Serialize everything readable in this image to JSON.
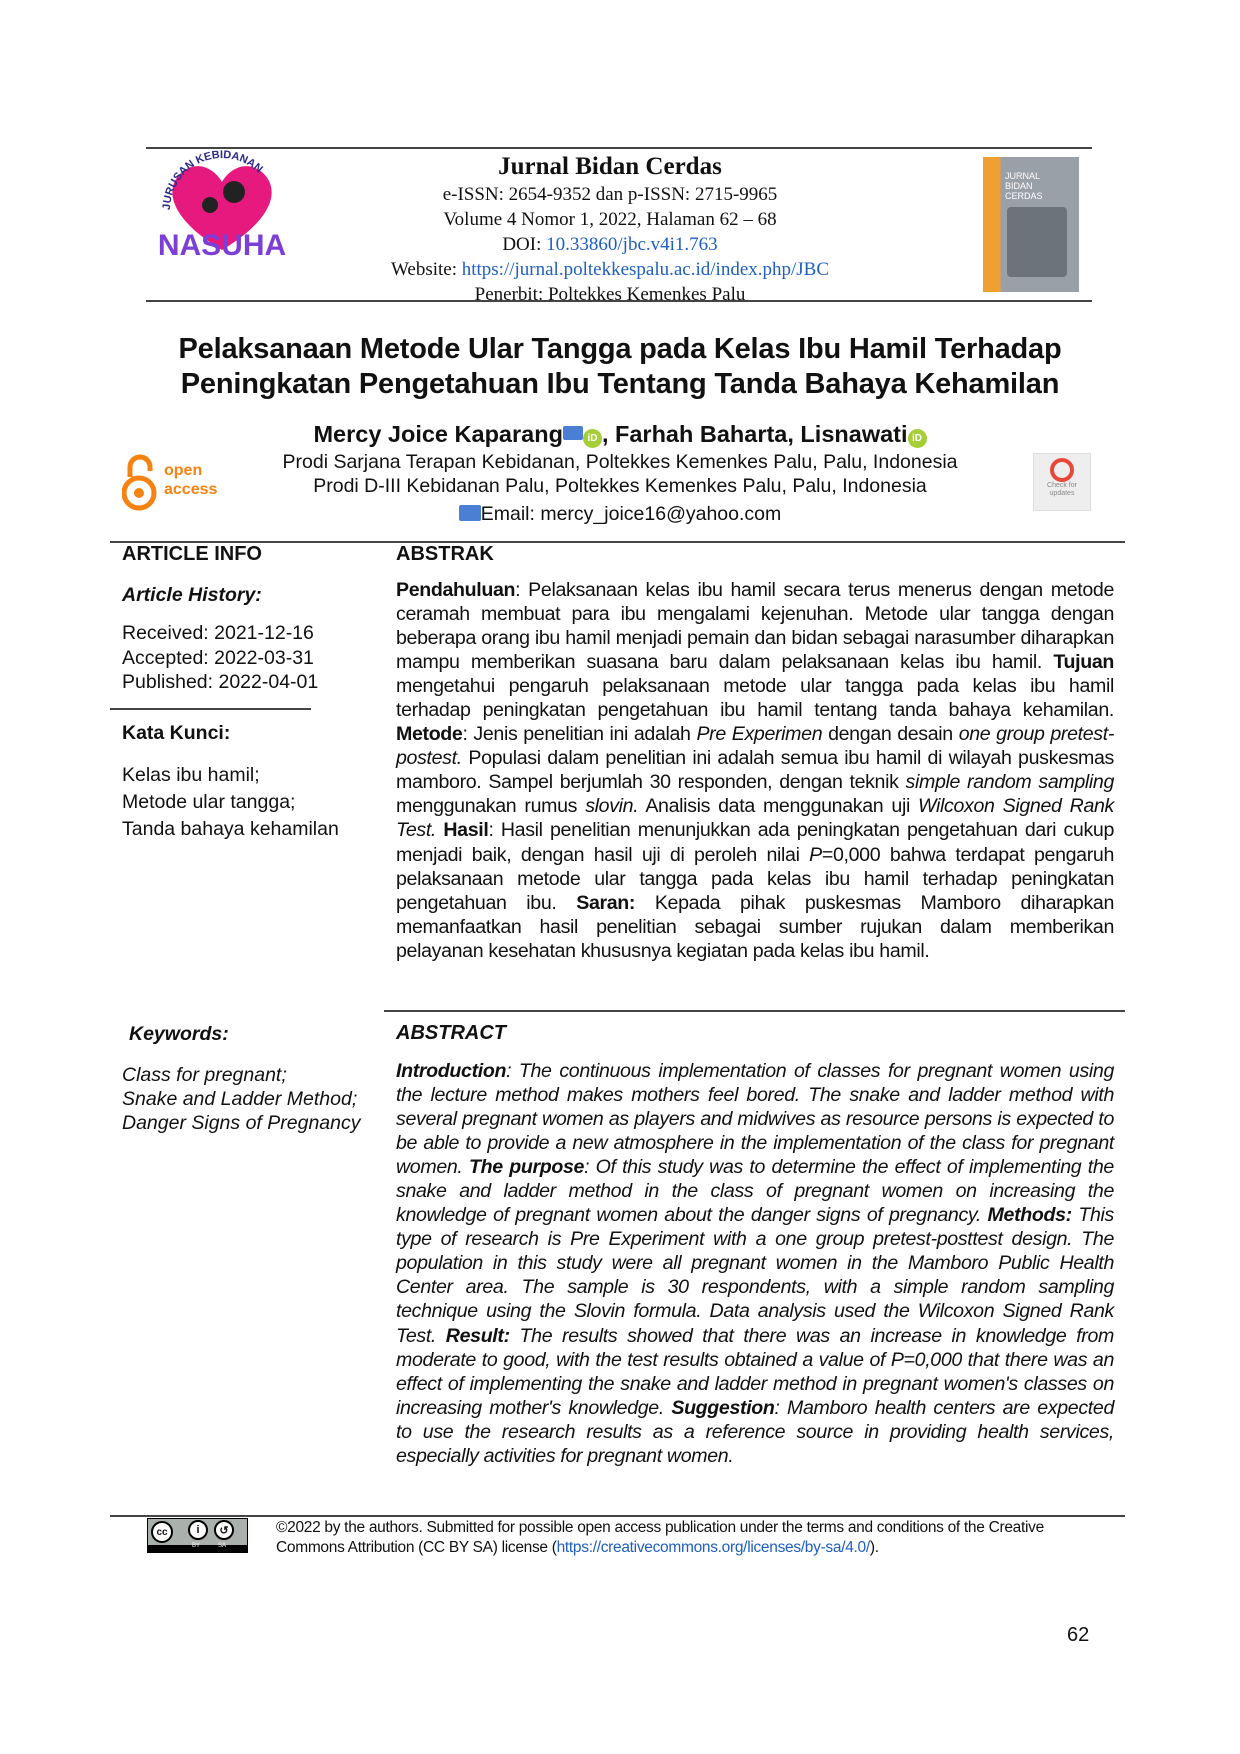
{
  "header": {
    "journal_name": "Jurnal Bidan Cerdas",
    "issn": "e-ISSN: 2654-9352 dan p-ISSN: 2715-9965",
    "volume": "Volume 4 Nomor 1, 2022, Halaman 62 – 68",
    "doi_label": "DOI: ",
    "doi_link": "10.33860/jbc.v4i1.763",
    "website_label": "Website: ",
    "website_link": "https://jurnal.poltekkespalu.ac.id/index.php/JBC",
    "publisher": "Penerbit: Poltekkes Kemenkes Palu",
    "logo_text_top": "JURUSAN KEBIDANAN",
    "logo_text_main": "NASUHA",
    "cover_text": "JURNAL BIDAN CERDAS"
  },
  "article": {
    "title_line1": "Pelaksanaan Metode Ular Tangga pada Kelas Ibu Hamil Terhadap",
    "title_line2": "Peningkatan Pengetahuan Ibu Tentang Tanda Bahaya Kehamilan",
    "author1": "Mercy Joice Kaparang",
    "author_rest": ", Farhah Baharta, Lisnawati",
    "affiliation1": "Prodi Sarjana Terapan Kebidanan, Poltekkes Kemenkes Palu, Palu, Indonesia",
    "affiliation2": "Prodi D-III Kebidanan Palu, Poltekkes Kemenkes Palu, Palu, Indonesia",
    "email": "Email: mercy_joice16@yahoo.com",
    "open_access_1": "open",
    "open_access_2": "access",
    "check_updates": "Check for updates"
  },
  "info": {
    "heading": "ARTICLE INFO",
    "history_label": "Article History:",
    "received": "Received: 2021-12-16",
    "accepted": "Accepted: 2022-03-31",
    "published": "Published: 2022-04-01",
    "kata_kunci_label": "Kata Kunci:",
    "kata_kunci": [
      "Kelas ibu hamil;",
      "Metode ular tangga;",
      "Tanda bahaya kehamilan"
    ],
    "keywords_label": "Keywords:",
    "keywords": [
      "Class for pregnant;",
      "Snake and Ladder Method;",
      "Danger Signs of Pregnancy"
    ]
  },
  "abstrak": {
    "heading": "ABSTRAK",
    "segments": [
      {
        "t": "Pendahuluan",
        "s": "b"
      },
      {
        "t": ": Pelaksanaan kelas ibu hamil secara terus menerus dengan metode ceramah membuat para ibu mengalami kejenuhan. Metode ular tangga dengan beberapa orang ibu hamil menjadi pemain dan bidan sebagai narasumber diharapkan mampu memberikan suasana baru dalam pelaksanaan kelas ibu hamil. ",
        "s": ""
      },
      {
        "t": "Tujuan",
        "s": "b"
      },
      {
        "t": " mengetahui pengaruh pelaksanaan metode ular tangga pada kelas ibu hamil terhadap peningkatan pengetahuan ibu hamil tentang tanda bahaya kehamilan. ",
        "s": ""
      },
      {
        "t": "Metode",
        "s": "b"
      },
      {
        "t": ": Jenis penelitian ini adalah ",
        "s": ""
      },
      {
        "t": "Pre Experimen",
        "s": "i"
      },
      {
        "t": " dengan desain ",
        "s": ""
      },
      {
        "t": "one group pretest-postest.",
        "s": "i"
      },
      {
        "t": " Populasi dalam penelitian ini adalah semua ibu hamil di wilayah puskesmas mamboro. Sampel berjumlah 30 responden, dengan teknik ",
        "s": ""
      },
      {
        "t": "simple random sampling",
        "s": "i"
      },
      {
        "t": " menggunakan rumus ",
        "s": ""
      },
      {
        "t": "slovin.",
        "s": "i"
      },
      {
        "t": " Analisis data menggunakan uji ",
        "s": ""
      },
      {
        "t": "Wilcoxon Signed Rank Test.",
        "s": "i"
      },
      {
        "t": " ",
        "s": ""
      },
      {
        "t": "Hasil",
        "s": "b"
      },
      {
        "t": ": Hasil penelitian menunjukkan ada peningkatan pengetahuan dari cukup menjadi baik, dengan hasil uji di peroleh nilai ",
        "s": ""
      },
      {
        "t": "P",
        "s": "i"
      },
      {
        "t": "=0,000 bahwa terdapat pengaruh pelaksanaan metode ular tangga pada kelas ibu hamil terhadap peningkatan pengetahuan ibu. ",
        "s": ""
      },
      {
        "t": "Saran:",
        "s": "b"
      },
      {
        "t": " Kepada pihak puskesmas Mamboro diharapkan memanfaatkan hasil penelitian sebagai sumber rujukan dalam memberikan pelayanan kesehatan khususnya kegiatan pada kelas ibu hamil.",
        "s": ""
      }
    ]
  },
  "abstract": {
    "heading": "ABSTRACT",
    "segments": [
      {
        "t": "Introduction",
        "s": "b"
      },
      {
        "t": ": The continuous implementation of classes for pregnant women using the lecture method makes mothers feel bored. The snake and ladder method with several pregnant women as players and midwives as resource persons is expected to be able to provide a new atmosphere in the implementation of the class for pregnant women. ",
        "s": ""
      },
      {
        "t": "The purpose",
        "s": "b"
      },
      {
        "t": ": Of this study was to determine the effect of implementing the snake and ladder method in the class of pregnant women on increasing the knowledge of pregnant women about the danger signs of pregnancy. ",
        "s": ""
      },
      {
        "t": "Methods:",
        "s": "b"
      },
      {
        "t": " This type of research is Pre Experiment with a one group pretest-posttest design. The population in this study were all pregnant women in the Mamboro Public Health Center area. The sample is 30 respondents, with a simple random sampling technique using the Slovin formula. Data analysis used the Wilcoxon Signed Rank Test. ",
        "s": ""
      },
      {
        "t": "Result:",
        "s": "b"
      },
      {
        "t": " The results showed that there was an increase in knowledge from moderate to good, with the test results obtained a value of P=0,000 that there was an effect of implementing the snake and ladder method in pregnant women's classes on increasing mother's knowledge. ",
        "s": ""
      },
      {
        "t": "Suggestion",
        "s": "b"
      },
      {
        "t": ": Mamboro health centers are expected to use the research results as a reference source in providing health services, especially activities for pregnant women.",
        "s": ""
      }
    ]
  },
  "footer": {
    "license_text": "©2022 by the authors. Submitted for possible open access publication under the terms and conditions of the Creative Commons Attribution (CC BY SA) license (",
    "license_link": "https://creativecommons.org/licenses/by-sa/4.0/",
    "license_end": ").",
    "cc_by": "BY",
    "cc_sa": "SA",
    "page_number": "62"
  },
  "colors": {
    "link": "#1f5fbf",
    "orcid": "#a6ce39",
    "open_access": "#f68212",
    "logo_pink": "#e6197e"
  }
}
